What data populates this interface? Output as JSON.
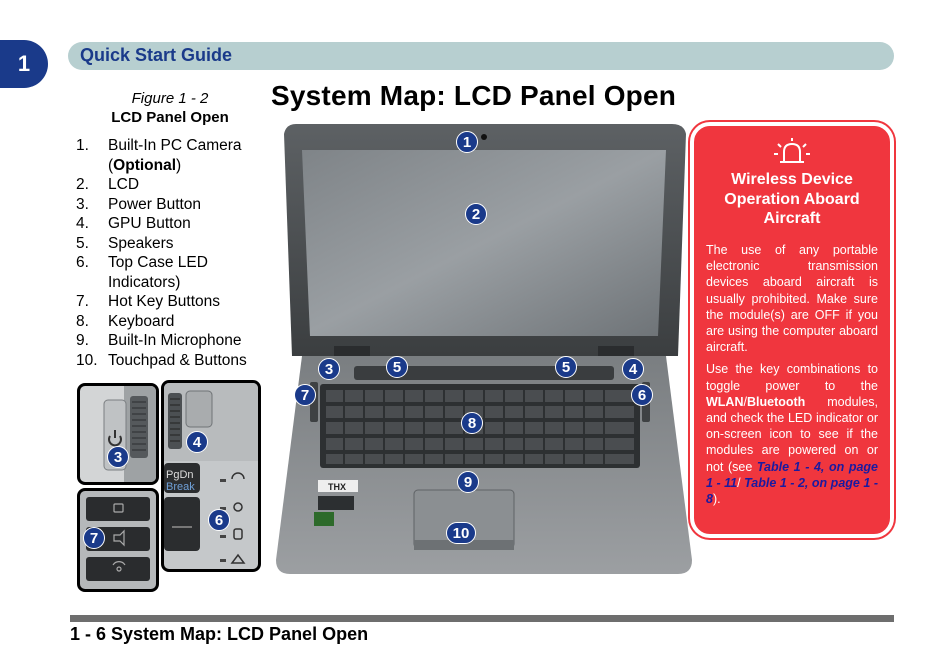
{
  "chapter_number": "1",
  "header": {
    "title": "Quick Start Guide"
  },
  "page_title": "System Map: LCD Panel Open",
  "figure": {
    "number": "Figure 1 - 2",
    "name": "LCD Panel Open"
  },
  "legend": [
    {
      "num": "1.",
      "text": "Built-In PC Camera",
      "text2": "Optional"
    },
    {
      "num": "2.",
      "text": "LCD"
    },
    {
      "num": "3.",
      "text": "Power Button"
    },
    {
      "num": "4.",
      "text": "GPU Button"
    },
    {
      "num": "5.",
      "text": "Speakers"
    },
    {
      "num": "6.",
      "text": "Top Case LED",
      "text2": "Indicators)"
    },
    {
      "num": "7.",
      "text": "Hot Key Buttons"
    },
    {
      "num": "8.",
      "text": "Keyboard"
    },
    {
      "num": "9.",
      "text": "Built-In Microphone"
    },
    {
      "num": "10.",
      "text": "Touchpad & Buttons"
    }
  ],
  "callouts": {
    "c1": "1",
    "c2": "2",
    "c3": "3",
    "c4": "4",
    "c5": "5",
    "c6": "6",
    "c7": "7",
    "c8": "8",
    "c9": "9",
    "c10": "10"
  },
  "inset_labels": {
    "pgdn": "PgDn",
    "break": "Break"
  },
  "laptop_labels": {
    "thx": "THX"
  },
  "warning": {
    "title": "Wireless Device Operation Aboard Aircraft",
    "para1": "The use of any portable electronic transmission devices aboard aircraft is usually prohibited. Make sure the module(s) are OFF if you are using the computer aboard aircraft.",
    "para2_a": "Use the key combinations to toggle power to the ",
    "para2_wlan": "WLAN",
    "para2_b": "/",
    "para2_bt": "Bluetooth",
    "para2_c": " modules, and check the LED indicator or on-screen icon to see if the modules are powered on or not (see ",
    "ref1": "Table 1 - 4, on page 1 - 11",
    "para2_d": "/ ",
    "ref2": "Table 1 - 2, on page 1 - 8",
    "para2_e": ")."
  },
  "colors": {
    "accent": "#1a3a8a",
    "header_bar": "#b7cfd0",
    "warning": "#f0363e"
  },
  "footer": {
    "text": "1 - 6 System Map: LCD Panel Open"
  }
}
